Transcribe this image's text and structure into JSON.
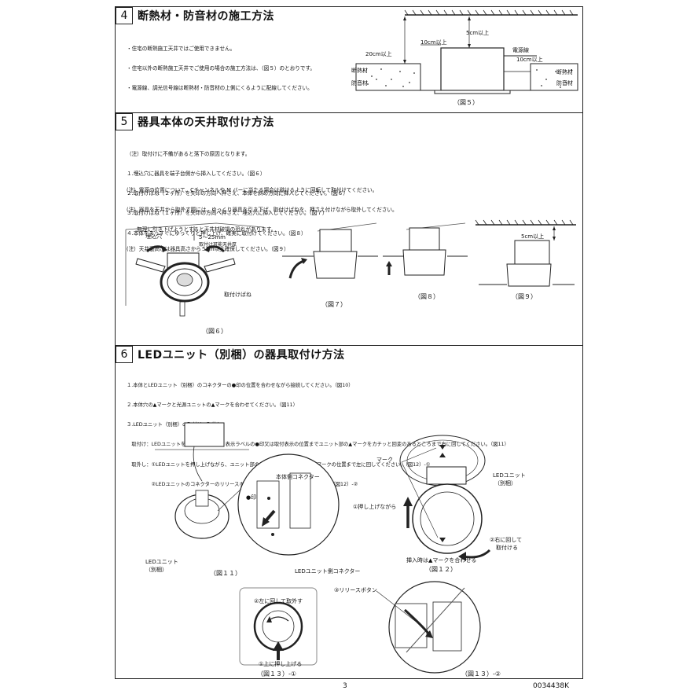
{
  "sec4": {
    "num": "4",
    "title": "断熱材・防音材の施工方法",
    "lines": [
      "・住宅の断熱施工天井ではご使用できません。",
      "・住宅以外の断熱施工天井でご使用の場合の施工方法は、（図５）のとおりです。",
      "・電源線、調光信号線は断熱材・防音材の上側にくるように配線してください。"
    ],
    "fig": {
      "d10": "10cm以上",
      "d5": "5cm以上",
      "d20": "20cm以上",
      "power": "電源線",
      "d10b": "10cm以上",
      "ins_l": "断熱材",
      "snd_l": "防音材",
      "ins_r": "断熱材",
      "snd_r": "防音材",
      "caption": "（図５）"
    }
  },
  "sec5": {
    "num": "5",
    "title": "器具本体の天井取付け方法",
    "lines": [
      "（注）取付けに不備があると落下の原因となります。",
      "１.埋込穴に器具を端子台側から挿入してください。（図６）",
      "２.取付けばね（２ヶ所）を矢印の方向へ押さえ、本体を斜め方向に挿入してください。（図６）",
      "３.取付けばね（１ヶ所）を矢印の方向へ押さえ、埋込穴に挿入してください。（図７）",
      "４.本体をまっすぐにゆっくりと押し上げ、確実に取付けてください。（図８）"
    ],
    "notes": [
      "(注）電源の位置について、Cチャンネルや M バーに当たる場合は避けるように回転して取付けてください。",
      "(注）器具を天井から取外す際には、ゆっくり器具を引き下げ、取付けばねを、押さえ付けながら取外してください。",
      "　　無理に引き下げようとすると天井材破損の恐れがあります。",
      "(注）天井裏高さは器具高さから５cm以上確保してください。（図９）"
    ],
    "fig6": {
      "hole": "埋込穴",
      "range": "5～25mm",
      "ceil": "取付け可能天井厚",
      "spring": "取付けばね",
      "caption": "（図６）"
    },
    "fig7": "（図７）",
    "fig8": "（図８）",
    "fig9": {
      "d5": "5cm以上",
      "caption": "（図９）"
    }
  },
  "sec6": {
    "num": "6",
    "title": "LEDユニット（別梱）の器具取付け方法",
    "lines": [
      "１.本体とLEDユニット（別梱）のコネクターの●印の位置を合わせながら接続してください。（図10）",
      "２.本体穴の▲マークと光源ユニットの▲マークを合わせてください。（図11）",
      "３.LEDユニット（別梱）の取付け、取外し",
      "　取付け：LEDユニットを押し上げながら、表示ラベルの●印又は取付表示の位置までユニット部の▲マークをカチッと回変のあるところまで右に回してください。（図11）",
      "　取外し：①LEDユニットを押し上げながら、ユニット部の▲マークを表示ラベルの▲マークの位置まで左に回してください。（図12）-①",
      "　　　　　②LEDユニットのコネクターのリリースボタンを押しながら引き抜いてください。（図12）-②"
    ],
    "fig11": {
      "connector_body": "本体側コネクター",
      "dot": "●印",
      "led_unit": "LEDユニット",
      "separate": "（別梱）",
      "connector_led": "LEDユニット側コネクター",
      "caption": "（図１１）"
    },
    "fig12": {
      "mark": "マーク",
      "led_unit": "LEDユニット",
      "separate": "（別梱）",
      "push": "①押し上げながら",
      "rotate": "②右に回して",
      "fix": "取付ける",
      "insert": "挿入時は▲マークを合わせる",
      "caption": "（図１２）"
    },
    "fig13a": {
      "rotate": "②左に回して取外す",
      "push": "①上に押し上げる",
      "caption": "（図１３）-①"
    },
    "fig13b": {
      "release": "③リリースボタン",
      "caption": "（図１３）-②"
    }
  },
  "footer": {
    "page": "3",
    "code": "0034438K"
  }
}
